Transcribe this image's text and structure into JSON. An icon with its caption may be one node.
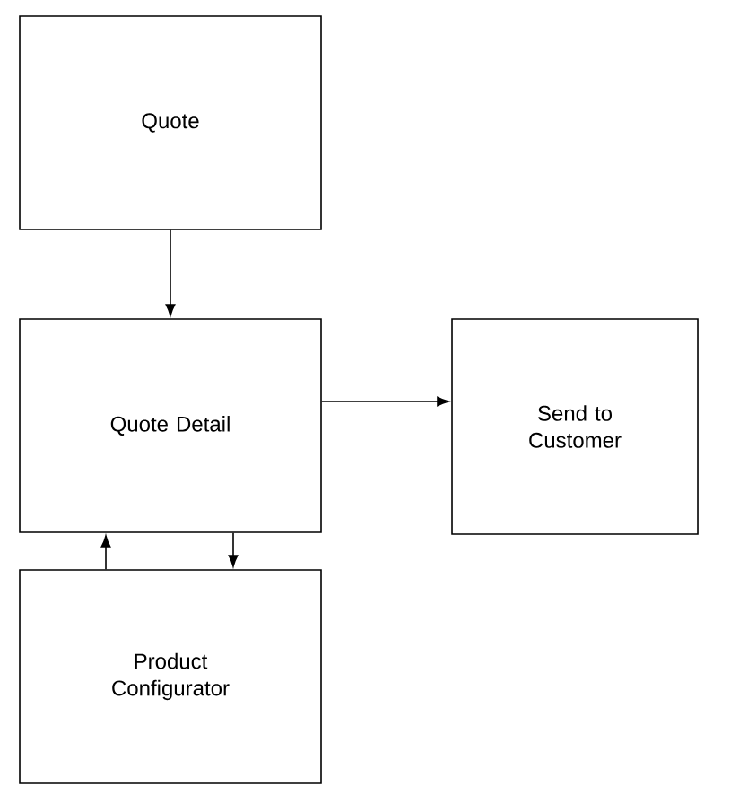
{
  "diagram": {
    "nodes": [
      {
        "text": [
          "Quote"
        ]
      },
      {
        "text": [
          "Quote Detail"
        ]
      },
      {
        "text": [
          "Send to Customer"
        ]
      },
      {
        "text": [
          "Product Configurator"
        ]
      }
    ],
    "edges": [
      {
        "from": 0,
        "to": 1,
        "arrow": "to"
      },
      {
        "from": 1,
        "to": 2,
        "arrow": "to"
      },
      {
        "from": 1,
        "to": 3,
        "arrow": "to"
      },
      {
        "from": 3,
        "to": 1,
        "arrow": "to"
      }
    ]
  }
}
